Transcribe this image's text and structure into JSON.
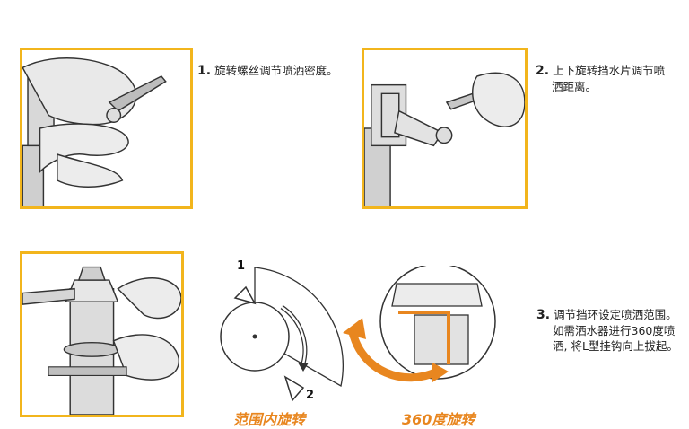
{
  "steps": [
    {
      "number": "1.",
      "lines": [
        "旋转螺丝调节喷洒密度。"
      ]
    },
    {
      "number": "2.",
      "lines": [
        "上下旋转挡水片调节喷",
        "洒距离。"
      ]
    },
    {
      "number": "3.",
      "lines": [
        "调节挡环设定喷洒范围。",
        "如需洒水器进行360度喷",
        "洒, 将L型挂钩向上拔起。"
      ]
    }
  ],
  "markers": {
    "one": "1",
    "two": "2"
  },
  "captions": {
    "range": "范围内旋转",
    "full": "360度旋转"
  },
  "colors": {
    "panel_border": "#f2b51c",
    "accent": "#e8861f",
    "line": "#333333"
  }
}
